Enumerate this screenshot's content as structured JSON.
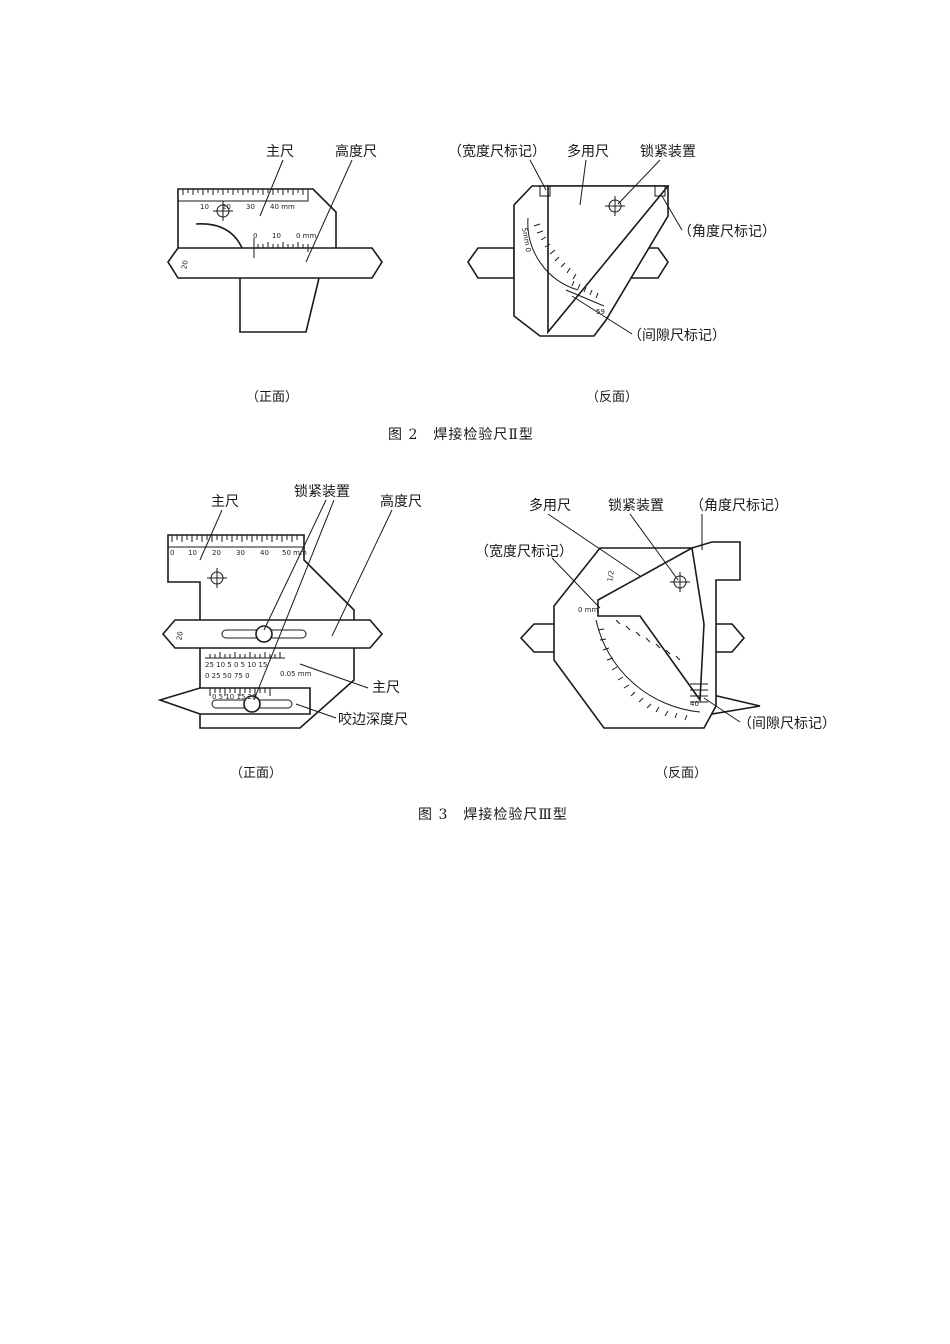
{
  "figure2": {
    "front": {
      "labels": {
        "main_ruler": "主尺",
        "height_ruler": "高度尺"
      },
      "caption": "（正面）"
    },
    "back": {
      "labels": {
        "width_mark": "（宽度尺标记）",
        "multi_ruler": "多用尺",
        "locking_device": "锁紧装置",
        "angle_mark": "（角度尺标记）",
        "gap_mark": "（间隙尺标记）"
      },
      "caption": "（反面）"
    },
    "title": "图 2　焊接检验尺Ⅱ型"
  },
  "figure3": {
    "front": {
      "labels": {
        "main_ruler": "主尺",
        "locking_device": "锁紧装置",
        "height_ruler": "高度尺",
        "main_ruler_2": "主尺",
        "undercut_ruler": "咬边深度尺"
      },
      "caption": "（正面）"
    },
    "back": {
      "labels": {
        "multi_ruler": "多用尺",
        "locking_device": "锁紧装置",
        "angle_mark": "（角度尺标记）",
        "width_mark": "（宽度尺标记）",
        "gap_mark": "（间隙尺标记）"
      },
      "caption": "（反面）"
    },
    "title": "图 3　焊接检验尺Ⅲ型"
  }
}
